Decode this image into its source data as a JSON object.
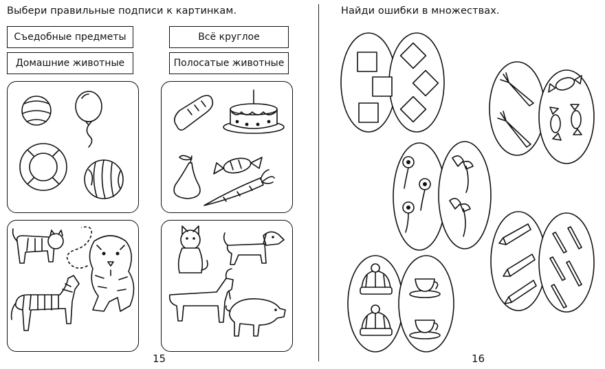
{
  "left_page": {
    "instruction": "Выбери правильные подписи к картинкам.",
    "labels": [
      "Съедобные предметы",
      "Всё круглое",
      "Домашние животные",
      "Полосатые животные"
    ],
    "page_number": "15",
    "panels": [
      {
        "items": [
          "ball-icon",
          "balloon-icon",
          "lifebuoy-icon",
          "watermelon-icon"
        ]
      },
      {
        "items": [
          "bread-icon",
          "cake-icon",
          "pear-icon",
          "candy-icon",
          "carrot-icon"
        ]
      },
      {
        "items": [
          "cat-icon",
          "snake-icon",
          "tiger-icon",
          "zebra-icon"
        ]
      },
      {
        "items": [
          "cat-icon",
          "dog-icon",
          "goat-icon",
          "pig-icon"
        ]
      }
    ]
  },
  "right_page": {
    "instruction": "Найди ошибки в множествах.",
    "page_number": "16",
    "sets": [
      {
        "items": [
          "square-icon",
          "diamond-icon"
        ]
      },
      {
        "items": [
          "carrot-icon",
          "candy-icon"
        ]
      },
      {
        "items": [
          "daisy-icon",
          "bellflower-icon"
        ]
      },
      {
        "items": [
          "pencil-icon",
          "pen-icon"
        ]
      },
      {
        "items": [
          "winter-hat-icon",
          "teacup-icon"
        ]
      }
    ]
  },
  "colors": {
    "ink": "#111111",
    "paper": "#ffffff"
  }
}
